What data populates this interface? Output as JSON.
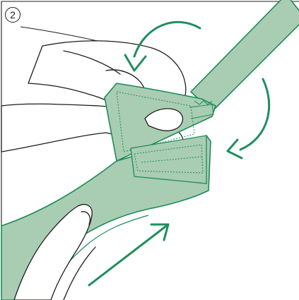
{
  "step": {
    "number": "2"
  },
  "colors": {
    "strap_fill": "#a9cdb2",
    "strap_outline": "#1d8a5a",
    "arrow": "#1f8e5c",
    "line_art": "#1d1d1b",
    "background": "#ffffff"
  },
  "icons": {
    "step_marker": "circled-number",
    "arrow_top": "curved-arrow-counterclockwise",
    "arrow_right": "curved-arrow-clockwise",
    "arrow_bottom": "straight-arrow-up-right"
  }
}
